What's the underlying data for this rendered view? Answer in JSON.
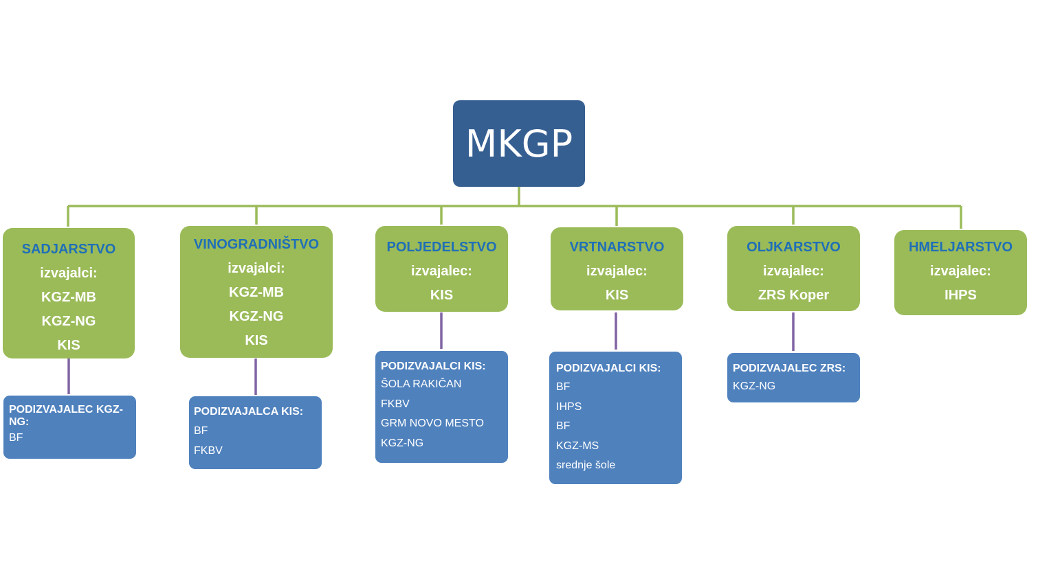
{
  "root": {
    "label": "MKGP"
  },
  "branches": [
    {
      "title": "SADJARSTVO",
      "lines": [
        "izvajalci:",
        "KGZ-MB",
        "KGZ-NG",
        "KIS"
      ],
      "sub": {
        "title": "PODIZVAJALEC KGZ-NG:",
        "items": [
          "BF"
        ]
      }
    },
    {
      "title": "VINOGRADNIŠTVO",
      "lines": [
        "izvajalci:",
        "KGZ-MB",
        "KGZ-NG",
        "KIS"
      ],
      "sub": {
        "title": "PODIZVAJALCA KIS:",
        "items": [
          "BF",
          "FKBV"
        ]
      }
    },
    {
      "title": "POLJEDELSTVO",
      "lines": [
        "izvajalec:",
        "KIS"
      ],
      "sub": {
        "title": "PODIZVAJALCI KIS:",
        "items": [
          "ŠOLA RAKIČAN",
          "FKBV",
          "GRM NOVO MESTO",
          "KGZ-NG"
        ]
      }
    },
    {
      "title": "VRTNARSTVO",
      "lines": [
        "izvajalec:",
        "KIS"
      ],
      "sub": {
        "title": "PODIZVAJALCI KIS:",
        "items": [
          "BF",
          "IHPS",
          "BF",
          "KGZ-MS",
          "srednje šole"
        ]
      }
    },
    {
      "title": "OLJKARSTVO",
      "lines": [
        "izvajalec:",
        "ZRS Koper"
      ],
      "sub": {
        "title": "PODIZVAJALEC ZRS:",
        "items": [
          "KGZ-NG"
        ]
      }
    },
    {
      "title": "HMELJARSTVO",
      "lines": [
        "izvajalec:",
        "IHPS"
      ],
      "sub": null
    }
  ],
  "colors": {
    "root": "#365f91",
    "branch": "#9bbb59",
    "branch_title": "#1f6fb8",
    "sub": "#4f81bd",
    "connector_green": "#9bbb59",
    "connector_purple": "#8064a2"
  }
}
